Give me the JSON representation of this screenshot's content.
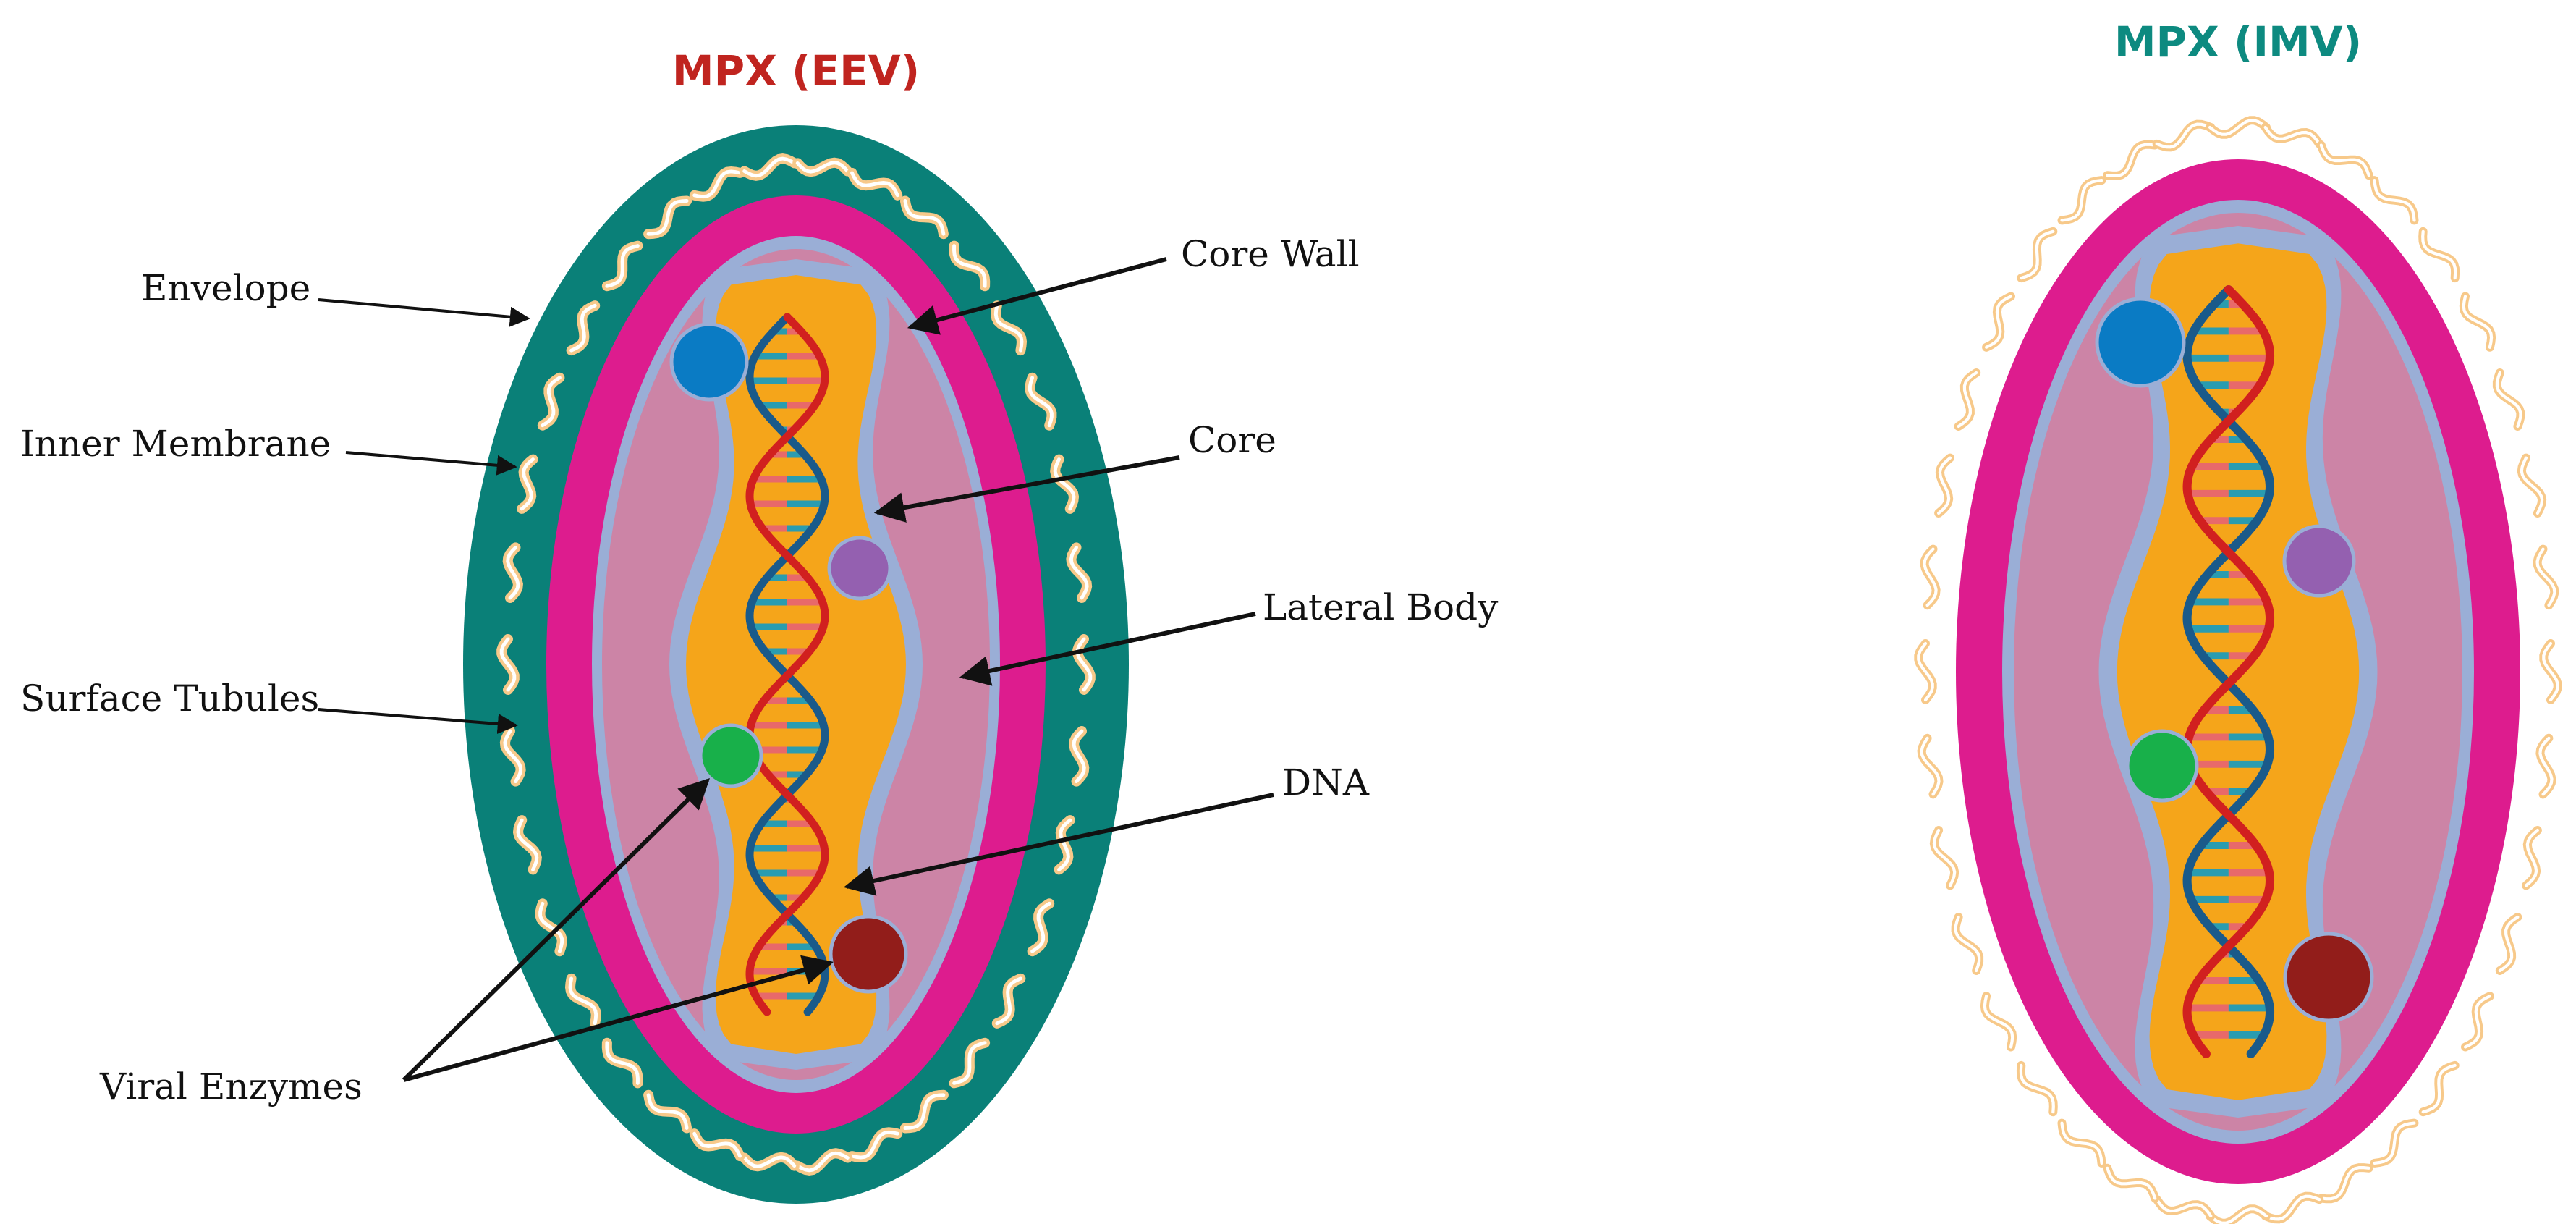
{
  "eev": {
    "title": "MPX (EEV)",
    "title_color": "#c0241f",
    "labels": {
      "envelope": "Envelope",
      "inner_membrane": "Inner Membrane",
      "surface_tubules": "Surface Tubules",
      "core_wall": "Core Wall",
      "core": "Core",
      "lateral_body": "Lateral Body",
      "dna": "DNA",
      "viral_enzymes": "Viral Enzymes"
    }
  },
  "imv": {
    "title": "MPX (IMV)",
    "title_color": "#0d8a80"
  },
  "colors": {
    "envelope": "#0a8078",
    "membrane": "#dd1c8e",
    "core_wall": "#9aaed6",
    "core": "#f5a51a",
    "lateral_body": "#cc84a6",
    "tubule": "#f7c98a",
    "dna_red": "#d1201f",
    "dna_blue": "#1a5a8a",
    "rung_red": "#e8696a",
    "rung_teal": "#2a9cb0",
    "enzyme_blue": "#0a7bc4",
    "enzyme_purple": "#9460b0",
    "enzyme_green": "#18b04a",
    "enzyme_darkred": "#921d1a"
  }
}
